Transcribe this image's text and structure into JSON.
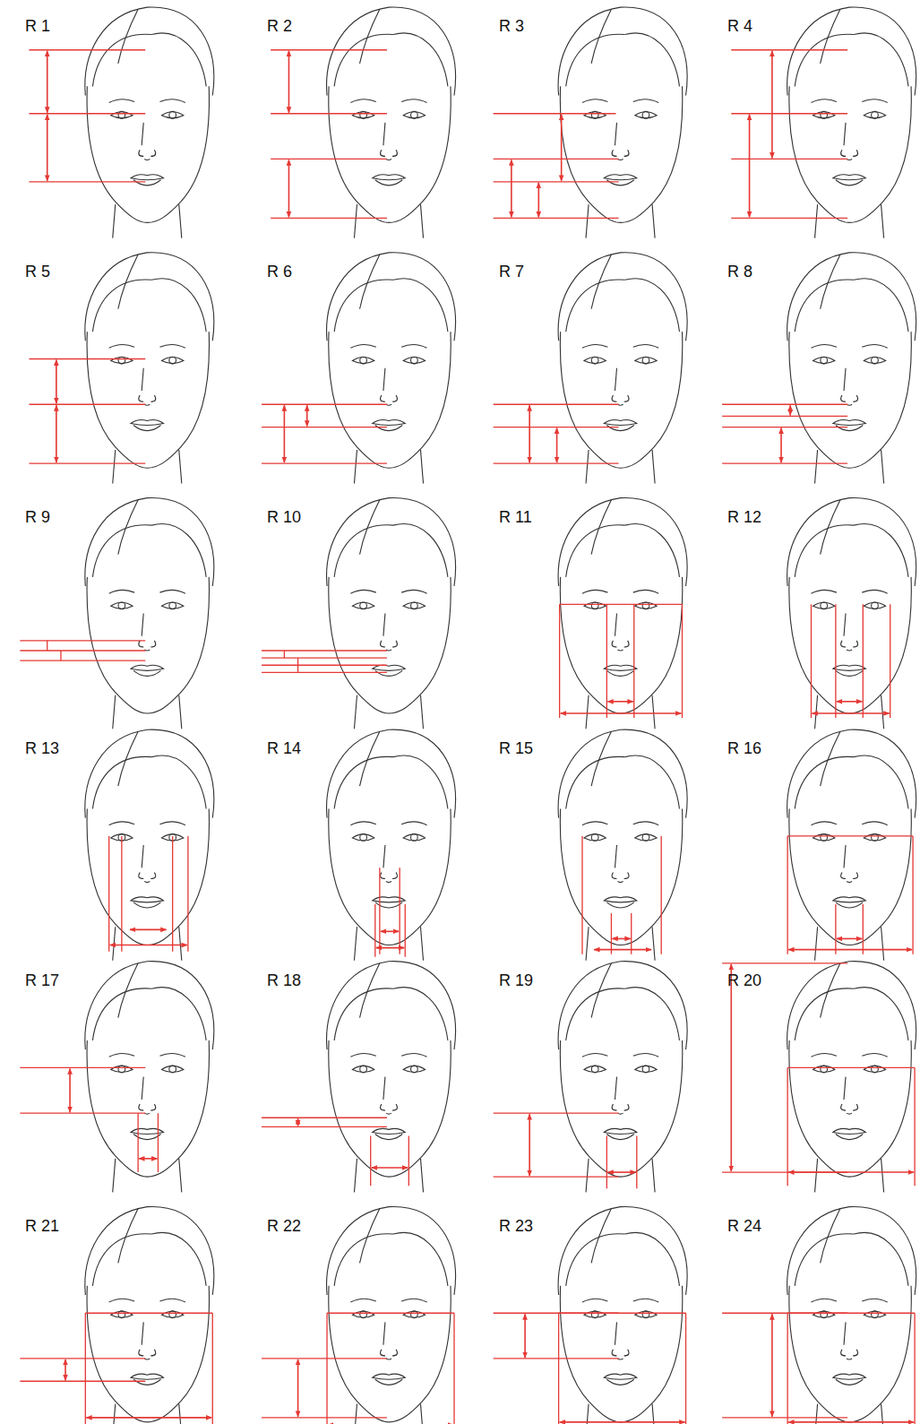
{
  "diagram": {
    "labels": [
      "R 1",
      "R 2",
      "R 3",
      "R 4",
      "R 5",
      "R 6",
      "R 7",
      "R 8",
      "R 9",
      "R 10",
      "R 11",
      "R 12",
      "R 13",
      "R 14",
      "R 15",
      "R 16",
      "R 17",
      "R 18",
      "R 19",
      "R 20",
      "R 21",
      "R 22",
      "R 23",
      "R 24"
    ]
  }
}
